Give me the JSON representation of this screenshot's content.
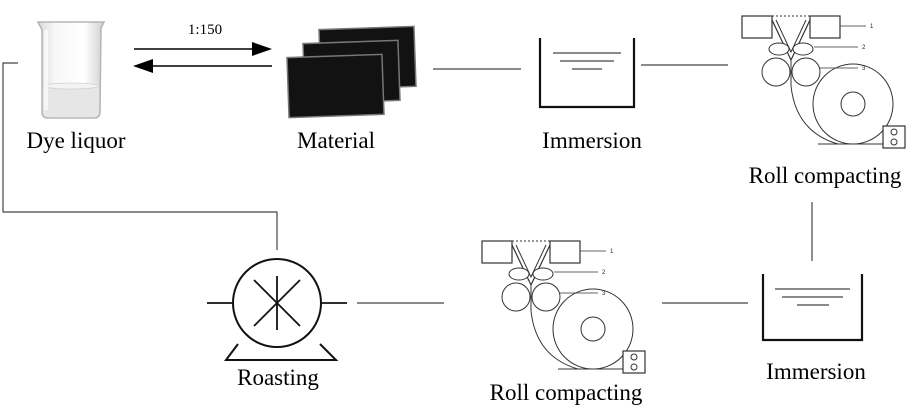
{
  "diagram": {
    "labels": {
      "dye_liquor": "Dye liquor",
      "material": "Material",
      "immersion_1": "Immersion",
      "roll_compacting_1": "Roll compacting",
      "immersion_2": "Immersion",
      "roll_compacting_2": "Roll compacting",
      "roasting": "Roasting"
    },
    "ratio": "1:150",
    "roller_numbers": [
      "1",
      "2",
      "3"
    ],
    "colors": {
      "line": "#444444",
      "material_sheet": "#111111",
      "beaker_liquid": "#e8e8e8"
    }
  }
}
